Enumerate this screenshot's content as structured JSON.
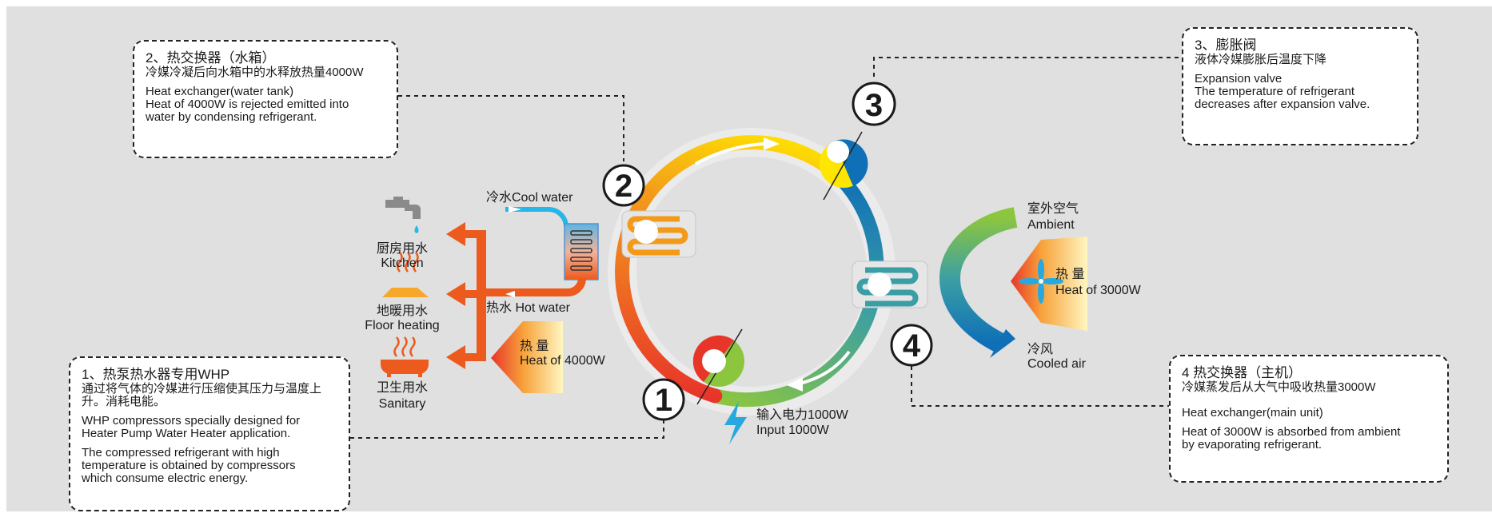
{
  "colors": {
    "background": "#dfe0df",
    "hot_red": "#e8352a",
    "hot_orange": "#f39a1b",
    "warm_yellow": "#ffe600",
    "cool_blue": "#0f6fb7",
    "teal": "#3a9ea5",
    "green": "#80c341",
    "pipe_orange": "#ec5a1d",
    "cold_water_blue": "#27b6e8"
  },
  "steps": {
    "s1": {
      "number": "1"
    },
    "s2": {
      "number": "2"
    },
    "s3": {
      "number": "3"
    },
    "s4": {
      "number": "4"
    }
  },
  "boxes": {
    "compressor": {
      "title": "1、热泵热水器专用WHP",
      "cn_line1": "通过将气体的冷媒进行压缩使其压力与温度上",
      "cn_line2": "升。消耗电能。",
      "en1_line1": "WHP compressors specially designed for",
      "en1_line2": "Heater Pump Water Heater application.",
      "en2_line1": "The compressed refrigerant with high",
      "en2_line2": "temperature is obtained by compressors",
      "en2_line3": "which consume electric energy."
    },
    "water_tank": {
      "title": "2、热交换器（水箱）",
      "cn_line1": "冷媒冷凝后向水箱中的水释放热量4000W",
      "en_title": "Heat exchanger(water tank)",
      "en_line1": "Heat of 4000W is rejected emitted into",
      "en_line2": "water by condensing refrigerant."
    },
    "expansion_valve": {
      "title": "3、膨胀阀",
      "cn_line1": "液体冷媒膨胀后温度下降",
      "en_title": "Expansion valve",
      "en_line1": "The temperature of refrigerant",
      "en_line2": "decreases after expansion valve."
    },
    "main_unit": {
      "title": "4 热交换器（主机）",
      "cn_line1": "冷媒蒸发后从大气中吸收热量3000W",
      "en_title": "Heat exchanger(main unit)",
      "en_line1": "Heat of 3000W is absorbed from ambient",
      "en_line2": "by evaporating refrigerant."
    }
  },
  "labels": {
    "cool_water": "冷水Cool water",
    "hot_water": "热水 Hot water",
    "kitchen_cn": "厨房用水",
    "kitchen_en": "Kitchen",
    "floor_cn": "地暖用水",
    "floor_en": "Floor heating",
    "sanitary_cn": "卫生用水",
    "sanitary_en": "Sanitary",
    "heat_left_cn": "热 量",
    "heat_left_en": "Heat of 4000W",
    "heat_right_cn": "热 量",
    "heat_right_en": "Heat of 3000W",
    "ambient_cn": "室外空气",
    "ambient_en": "Ambient",
    "cooled_cn": "冷风",
    "cooled_en": "Cooled air",
    "power_cn": "输入电力1000W",
    "power_en": "Input 1000W"
  },
  "icons": [
    "faucet-icon",
    "floor-heating-icon",
    "bathtub-icon",
    "lightning-icon",
    "fan-icon",
    "coil-icon"
  ]
}
